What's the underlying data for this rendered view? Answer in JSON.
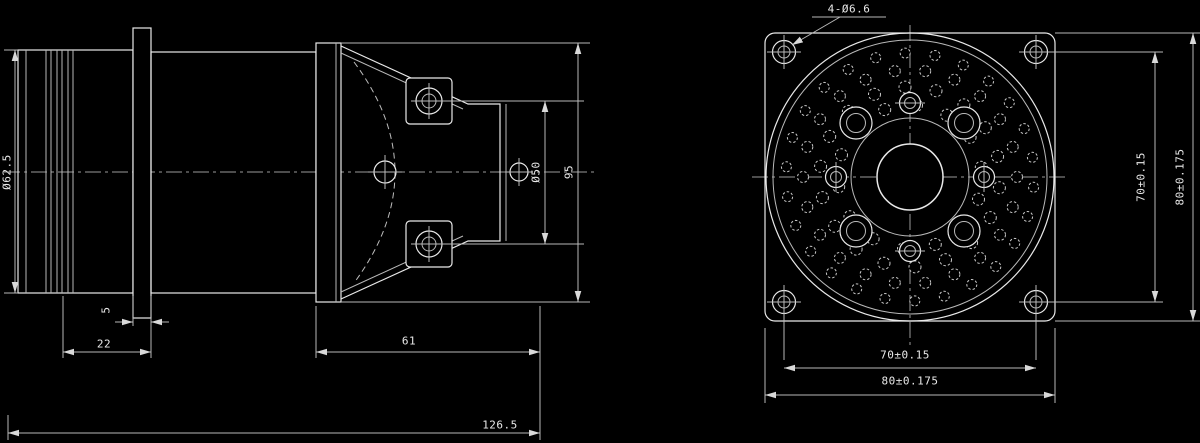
{
  "colors": {
    "background": "#000000",
    "line": "#d9d9d9",
    "text": "#e9e9e9"
  },
  "side_view": {
    "shaft_diameter": "Ø62.5",
    "collar_thickness": "5",
    "shaft_section_length": "22",
    "housing_length": "61",
    "overall_length": "126.5",
    "bolt_spacing_diameter": "Ø50",
    "flange_height": "95"
  },
  "front_view": {
    "corner_holes_callout": "4-Ø6.6",
    "hole_spacing_vertical": "70±0.15",
    "flange_size_vertical": "80±0.175",
    "hole_spacing_horizontal": "70±0.15",
    "flange_size_horizontal": "80±0.175"
  }
}
